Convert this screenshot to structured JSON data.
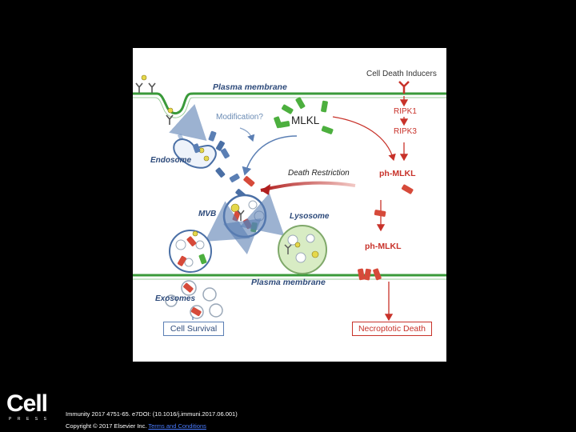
{
  "figure": {
    "labels": {
      "plasma_membrane_top": "Plasma membrane",
      "plasma_membrane_bottom": "Plasma membrane",
      "cell_death_inducers": "Cell Death Inducers",
      "modification": "Modification?",
      "mlkl": "MLKL",
      "ripk1": "RIPK1",
      "ripk3": "RIPK3",
      "endosome": "Endosome",
      "death_restriction": "Death Restriction",
      "ph_mlkl_1": "ph-MLKL",
      "ph_mlkl_2": "ph-MLKL",
      "mvb": "MVB",
      "lysosome": "Lysosome",
      "exosomes": "Exosomes"
    },
    "outcomes": {
      "cell_survival": "Cell Survival",
      "necroptotic_death": "Necroptotic Death"
    },
    "colors": {
      "membrane": "#3a9a3a",
      "blue_pathway": "#5b7fb4",
      "red_pathway": "#c8322a",
      "mlkl_green": "#4caf3e",
      "mlkl_red": "#d64a3a",
      "lysosome_fill": "#d8ecc4"
    }
  },
  "footer": {
    "logo_text": "Cell",
    "logo_sub": "PRESS",
    "citation": "Immunity 2017 4751-65. e7DOI: (10.1016/j.immuni.2017.06.001)",
    "copyright_prefix": "Copyright © 2017 Elsevier Inc.",
    "copyright_link": "Terms and Conditions"
  }
}
